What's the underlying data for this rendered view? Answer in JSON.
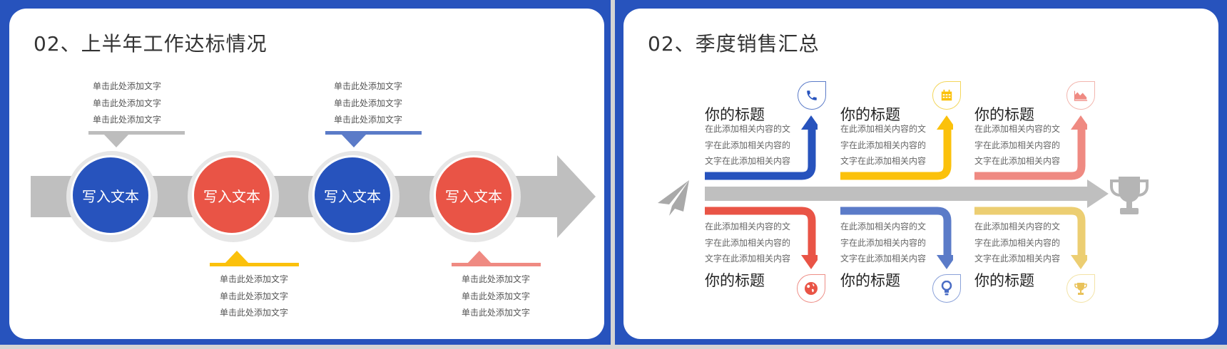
{
  "left_slide": {
    "title": "02、上半年工作达标情况",
    "circles": [
      {
        "label": "写入文本",
        "color": "#2753bd"
      },
      {
        "label": "写入文本",
        "color": "#e95446"
      },
      {
        "label": "写入文本",
        "color": "#2753bd"
      },
      {
        "label": "写入文本",
        "color": "#e95446"
      }
    ],
    "callouts": [
      {
        "position": "top",
        "color": "#bdbdbd",
        "lines": [
          "单击此处添加文字",
          "单击此处添加文字",
          "单击此处添加文字"
        ]
      },
      {
        "position": "bottom",
        "color": "#fbc10b",
        "lines": [
          "单击此处添加文字",
          "单击此处添加文字",
          "单击此处添加文字"
        ]
      },
      {
        "position": "top",
        "color": "#5b7bc8",
        "lines": [
          "单击此处添加文字",
          "单击此处添加文字",
          "单击此处添加文字"
        ]
      },
      {
        "position": "bottom",
        "color": "#ef8a82",
        "lines": [
          "单击此处添加文字",
          "单击此处添加文字",
          "单击此处添加文字"
        ]
      }
    ],
    "arrow_color": "#bfbfbf"
  },
  "right_slide": {
    "title": "02、季度销售汇总",
    "start_icon": "paper-plane-icon",
    "end_icon": "trophy-icon",
    "top_items": [
      {
        "title": "你的标题",
        "lines": [
          "在此添加相关内容的文",
          "字在此添加相关内容的",
          "文字在此添加相关内容"
        ],
        "color": "#2753bd",
        "icon": "phone-icon"
      },
      {
        "title": "你的标题",
        "lines": [
          "在此添加相关内容的文",
          "字在此添加相关内容的",
          "文字在此添加相关内容"
        ],
        "color": "#fbc10b",
        "icon": "calendar-icon"
      },
      {
        "title": "你的标题",
        "lines": [
          "在此添加相关内容的文",
          "字在此添加相关内容的",
          "文字在此添加相关内容"
        ],
        "color": "#ef8a82",
        "icon": "area-chart-icon"
      }
    ],
    "bottom_items": [
      {
        "title": "你的标题",
        "lines": [
          "在此添加相关内容的文",
          "字在此添加相关内容的",
          "文字在此添加相关内容"
        ],
        "color": "#e95446",
        "icon": "globe-icon"
      },
      {
        "title": "你的标题",
        "lines": [
          "在此添加相关内容的文",
          "字在此添加相关内容的",
          "文字在此添加相关内容"
        ],
        "color": "#5b7bc8",
        "icon": "lightbulb-icon"
      },
      {
        "title": "你的标题",
        "lines": [
          "在此添加相关内容的文",
          "字在此添加相关内容的",
          "文字在此添加相关内容"
        ],
        "color": "#ecce72",
        "icon": "trophy-small-icon"
      }
    ]
  }
}
